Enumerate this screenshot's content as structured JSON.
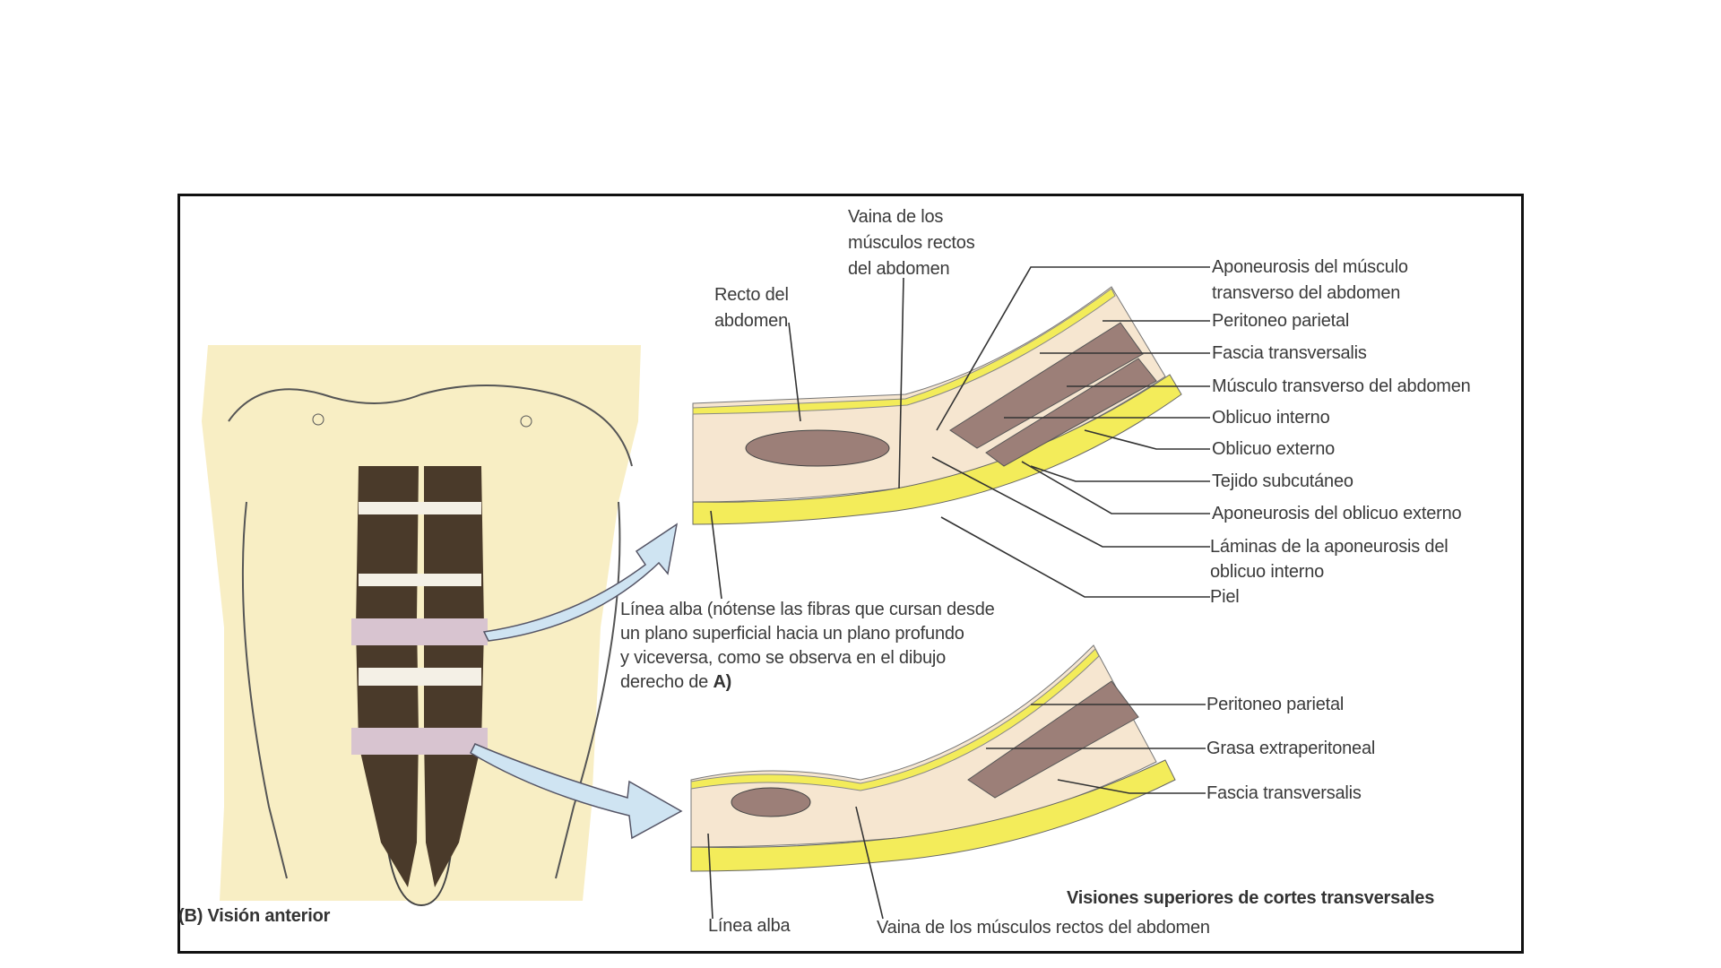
{
  "figure": {
    "panel_label": "(B) Visión anterior",
    "caption": "Visiones superiores de cortes transversales",
    "top_section": {
      "vaina": [
        "Vaina de los",
        "músculos rectos",
        "del abdomen"
      ],
      "recto": [
        "Recto del",
        "abdomen"
      ],
      "labels": [
        "Aponeurosis del músculo",
        "transverso del abdomen",
        "Peritoneo parietal",
        "Fascia transversalis",
        "Músculo transverso del abdomen",
        "Oblicuo interno",
        "Oblicuo externo",
        "Tejido subcutáneo",
        "Aponeurosis del oblicuo externo",
        "Láminas de la aponeurosis del",
        "oblicuo interno",
        "Piel"
      ]
    },
    "linea_alba_note": [
      "Línea alba (nótense las fibras que cursan desde",
      "un plano superficial hacia un plano profundo",
      "y viceversa, como se observa en el dibujo",
      "derecho de "
    ],
    "linea_alba_note_bold": "A)",
    "bottom_section": {
      "labels": [
        "Peritoneo parietal",
        "Grasa extraperitoneal",
        "Fascia transversalis"
      ],
      "linea_alba": "Línea alba",
      "vaina": "Vaina de los músculos rectos del abdomen"
    },
    "colors": {
      "skin": "#f8eec4",
      "fat": "#f3ec5a",
      "muscle": "#9c7f78",
      "arrow": "#cfe4f2"
    }
  }
}
